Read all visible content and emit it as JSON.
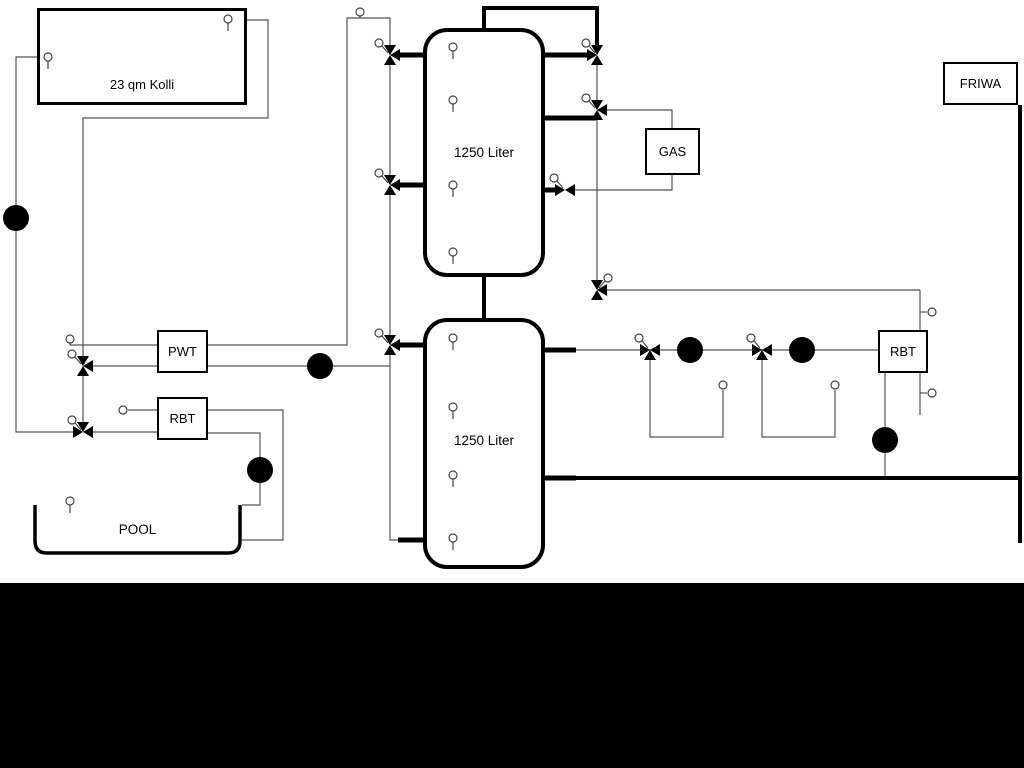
{
  "labels": {
    "collector": "23 qm Kolli",
    "tank_top": "1250 Liter",
    "tank_bottom": "1250 Liter",
    "gas": "GAS",
    "friwa": "FRIWA",
    "pwt": "PWT",
    "rbt_left": "RBT",
    "rbt_right": "RBT",
    "pool": "POOL"
  },
  "colors": {
    "background": "#ffffff",
    "pipe_thin": "#555555",
    "pipe_thick": "#000000",
    "footer_bar": "#000000"
  }
}
